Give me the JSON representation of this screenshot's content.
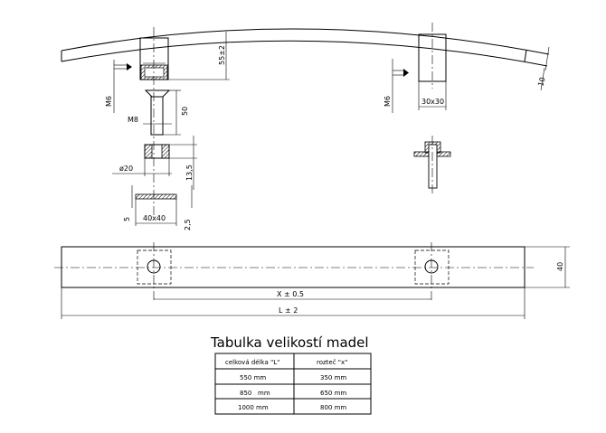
{
  "side_view": {
    "height_dim": "55±2",
    "thread_left": "M6",
    "thread_right": "M6",
    "block_size": "30x30",
    "bar_thickness": "10"
  },
  "screw": {
    "thread": "M8",
    "length": "50"
  },
  "nut": {
    "diameter": "ø20",
    "height": "13,5"
  },
  "plate": {
    "thickness": "5",
    "size": "40x40",
    "offset": "2,5"
  },
  "plan_view": {
    "width": "40",
    "spacing": "X ± 0.5",
    "length": "L ± 2"
  },
  "table": {
    "title": "Tabulka velikostí madel",
    "headers": [
      "celková délka \"L\"",
      "rozteč \"x\""
    ],
    "rows": [
      [
        "550 mm",
        "350 mm"
      ],
      [
        "850   mm",
        "650 mm"
      ],
      [
        "1000 mm",
        "800 mm"
      ]
    ]
  }
}
